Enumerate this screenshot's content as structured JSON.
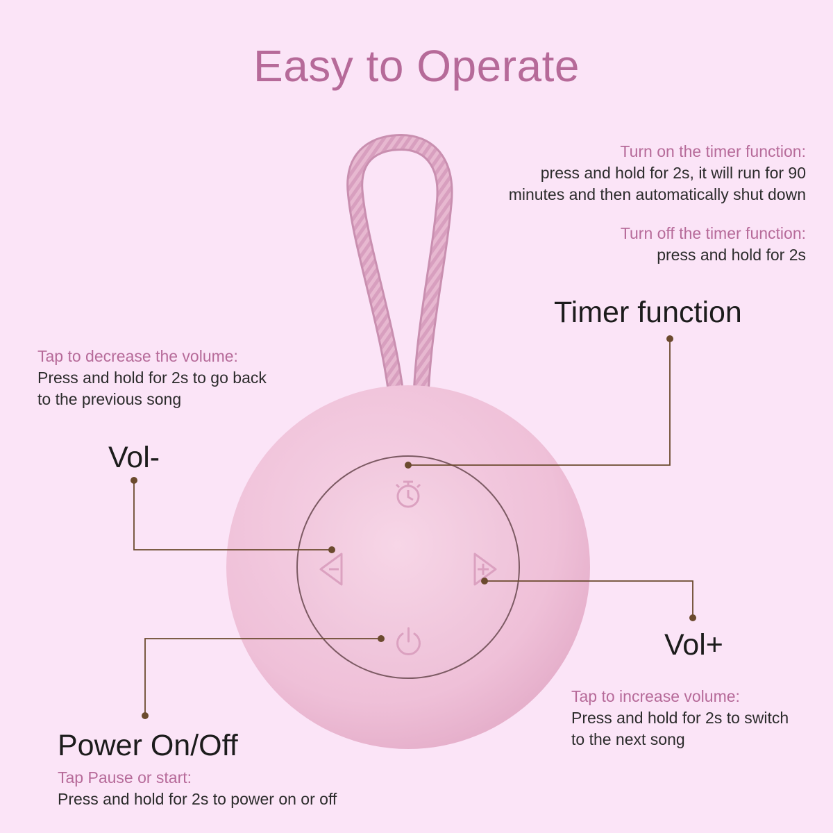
{
  "title": "Easy to Operate",
  "colors": {
    "background": "#fbe4f7",
    "accent": "#b66a99",
    "speaker": "#f2c6dc",
    "leader_line": "#6b4a2e"
  },
  "controls": {
    "timer": {
      "label": "Timer function",
      "on_heading": "Turn on the timer function:",
      "on_line1": "press and hold for 2s, it will run for 90",
      "on_line2": "minutes and then automatically shut down",
      "off_heading": "Turn off the timer function:",
      "off_line1": "press and hold for 2s",
      "icon": "stopwatch-icon"
    },
    "vol_down": {
      "label": "Vol-",
      "heading": "Tap to decrease the volume:",
      "line1": "Press and hold for 2s to go back",
      "line2": "to the previous song",
      "icon": "triangle-minus-icon"
    },
    "vol_up": {
      "label": "Vol+",
      "heading": "Tap to increase volume:",
      "line1": "Press and hold for 2s to switch",
      "line2": "to the next song",
      "icon": "triangle-plus-icon"
    },
    "power": {
      "label": "Power On/Off",
      "heading": "Tap Pause or start:",
      "line1": "Press and hold for 2s to power on or off",
      "icon": "power-icon"
    }
  }
}
